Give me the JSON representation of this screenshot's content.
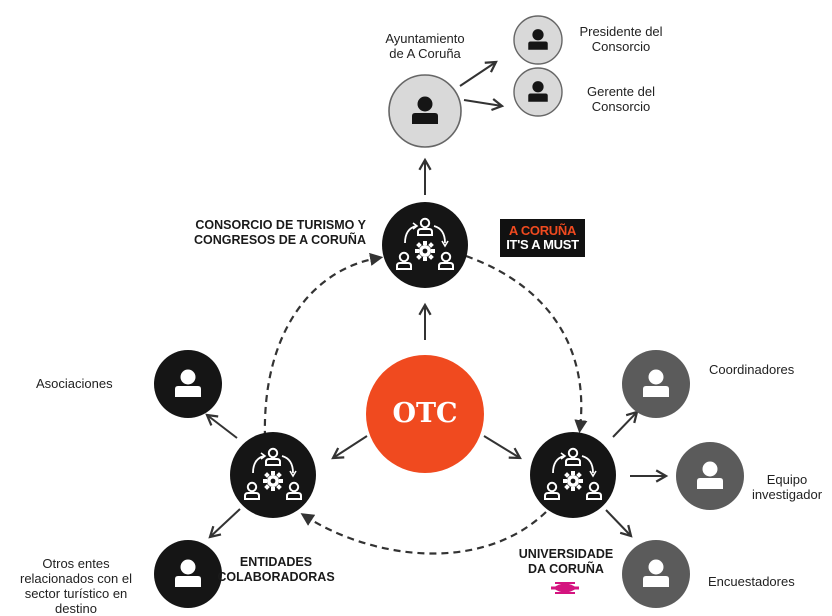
{
  "colors": {
    "otc_red": "#f04a1f",
    "dark_node": "#151515",
    "light_node": "#d9d9d9",
    "grey_node": "#5b5b5b",
    "arrow": "#333333",
    "udc_pink": "#d4147f"
  },
  "center": {
    "label": "OTC"
  },
  "hubs": {
    "consorcio": {
      "label_line1": "CONSORCIO DE TURISMO Y",
      "label_line2": "CONGRESOS DE A CORUÑA",
      "icon": "team-gear-icon"
    },
    "entidades": {
      "label_line1": "ENTIDADES",
      "label_line2": "COLABORADORAS",
      "icon": "team-gear-icon"
    },
    "universidade": {
      "label_line1": "UNIVERSIDADE",
      "label_line2": "DA CORUÑA",
      "icon": "team-gear-icon"
    }
  },
  "nodes": {
    "ayuntamiento": {
      "line1": "Ayuntamiento",
      "line2": "de A Coruña",
      "icon": "person-icon"
    },
    "presidente": {
      "line1": "Presidente del",
      "line2": "Consorcio",
      "icon": "person-icon"
    },
    "gerente": {
      "line1": "Gerente del",
      "line2": "Consorcio",
      "icon": "person-icon"
    },
    "asociaciones": {
      "line1": "Asociaciones",
      "icon": "person-icon"
    },
    "otros": {
      "line1": "Otros entes",
      "line2": "relacionados con el",
      "line3": "sector turístico en",
      "line4": "destino",
      "icon": "person-icon"
    },
    "coordinadores": {
      "line1": "Coordinadores",
      "icon": "person-icon"
    },
    "equipo": {
      "line1": "Equipo",
      "line2": "investigador",
      "icon": "person-icon"
    },
    "encuestadores": {
      "line1": "Encuestadores",
      "icon": "person-icon"
    }
  },
  "badge": {
    "line1": "A CORUÑA",
    "line2": "IT'S A MUST"
  }
}
